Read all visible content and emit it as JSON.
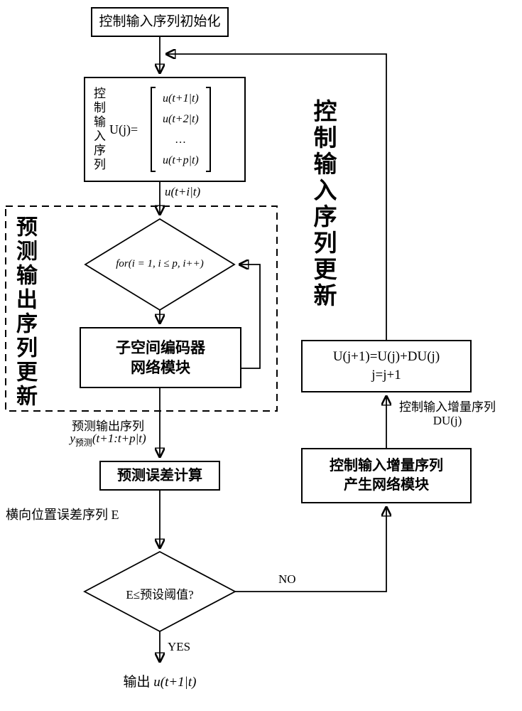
{
  "init_box_label": "控制输入序列初始化",
  "useq": {
    "side_label": "控制输入序列",
    "eq": "U(j)=",
    "rows": [
      "u(t+1|t)",
      "u(t+2|t)",
      "…",
      "u(t+p|t)"
    ]
  },
  "uti_label": "u(t+i|t)",
  "left_panel_label": "预测输出序列更新",
  "for_condition": "for(i = 1, i ≤ p, i++)",
  "encoder_box": {
    "line1": "子空间编码器",
    "line2": "网络模块"
  },
  "pred_label": {
    "line1": "预测输出序列",
    "y": "y",
    "sub": "预测",
    "rest": "(t+1:t+p|t)"
  },
  "error_box_label": "预测误差计算",
  "error_seq_label": "横向位置误差序列 E",
  "threshold_label": "E≤预设阈值?",
  "no_label": "NO",
  "yes_label": "YES",
  "output": {
    "prefix": "输出 ",
    "math": "u(t+1|t)"
  },
  "incr_box": {
    "line1": "控制输入增量序列",
    "line2": "产生网络模块"
  },
  "incr_arrow_label": {
    "line1": "控制输入增量序列",
    "line2": "DU(j)"
  },
  "update_box": {
    "line1": "U(j+1)=U(j)+DU(j)",
    "line2": "j=j+1"
  },
  "right_panel_label": "控制输入序列更新"
}
